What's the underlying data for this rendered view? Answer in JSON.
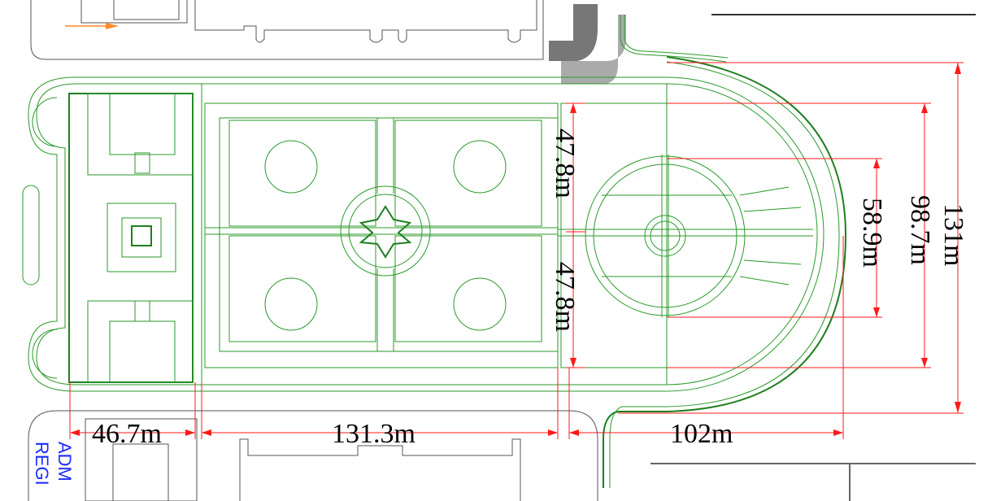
{
  "drawing": {
    "dimensions": {
      "upper_garden_height": "47.8m",
      "lower_garden_height": "47.8m",
      "inner_circle_diameter": "58.9m",
      "outer_circle_diameter": "98.7m",
      "total_height": "131m",
      "left_block_width": "46.7m",
      "garden_width": "131.3m",
      "circle_section_width": "102m"
    },
    "labels": {
      "adm": "ADM",
      "regi": "REGI"
    },
    "colors": {
      "landscape": "#2a9a2a",
      "dimension": "#ff1a1a",
      "building": "#555555",
      "label": "#1a2cff"
    }
  }
}
